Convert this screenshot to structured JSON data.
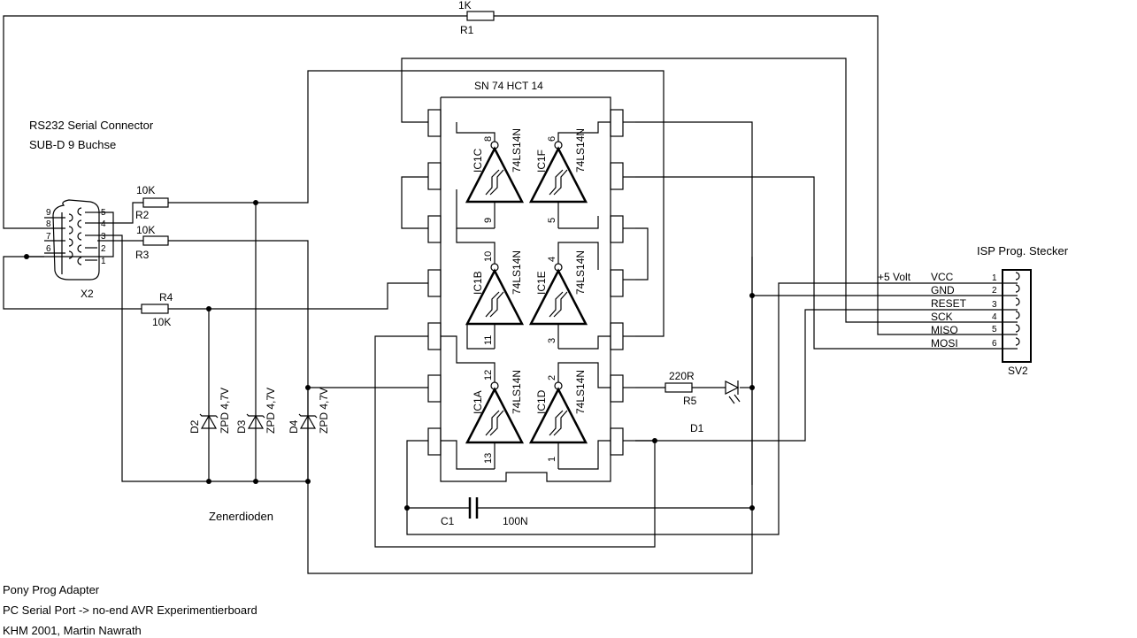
{
  "title_lines": [
    "Pony Prog Adapter",
    "PC Serial Port -> no-end AVR Experimentierboard",
    "KHM 2001, Martin Nawrath"
  ],
  "serial_connector": {
    "label_line1": "RS232 Serial Connector",
    "label_line2": "SUB-D 9 Buchse",
    "ref": "X2",
    "pins_left": [
      "9",
      "8",
      "7",
      "6"
    ],
    "pins_right": [
      "5",
      "4",
      "3",
      "2",
      "1"
    ]
  },
  "ic": {
    "name": "SN 74 HCT 14",
    "gates": [
      {
        "ref": "IC1C",
        "part": "74LS14N",
        "pin_out": "8",
        "pin_in": "9"
      },
      {
        "ref": "IC1F",
        "part": "74LS14N",
        "pin_out": "6",
        "pin_in": "5"
      },
      {
        "ref": "IC1B",
        "part": "74LS14N",
        "pin_out": "10",
        "pin_in": "11"
      },
      {
        "ref": "IC1E",
        "part": "74LS14N",
        "pin_out": "4",
        "pin_in": "3"
      },
      {
        "ref": "IC1A",
        "part": "74LS14N",
        "pin_out": "12",
        "pin_in": "13"
      },
      {
        "ref": "IC1D",
        "part": "74LS14N",
        "pin_out": "2",
        "pin_in": "1"
      }
    ]
  },
  "resistors": [
    {
      "ref": "R1",
      "value": "1K"
    },
    {
      "ref": "R2",
      "value": "10K"
    },
    {
      "ref": "R3",
      "value": "10K"
    },
    {
      "ref": "R4",
      "value": "10K"
    },
    {
      "ref": "R5",
      "value": "220R"
    }
  ],
  "diodes": [
    {
      "ref": "D2",
      "value": "ZPD 4,7V"
    },
    {
      "ref": "D3",
      "value": "ZPD 4,7V"
    },
    {
      "ref": "D4",
      "value": "ZPD 4,7V"
    }
  ],
  "zener_label": "Zenerdioden",
  "led": {
    "ref": "D1"
  },
  "capacitor": {
    "ref": "C1",
    "value": "100N"
  },
  "isp": {
    "title": "ISP Prog. Stecker",
    "ref": "SV2",
    "supply_label": "+5 Volt",
    "signals": [
      "VCC",
      "GND",
      "RESET",
      "SCK",
      "MISO",
      "MOSI"
    ],
    "pins": [
      "1",
      "2",
      "3",
      "4",
      "5",
      "6"
    ]
  }
}
